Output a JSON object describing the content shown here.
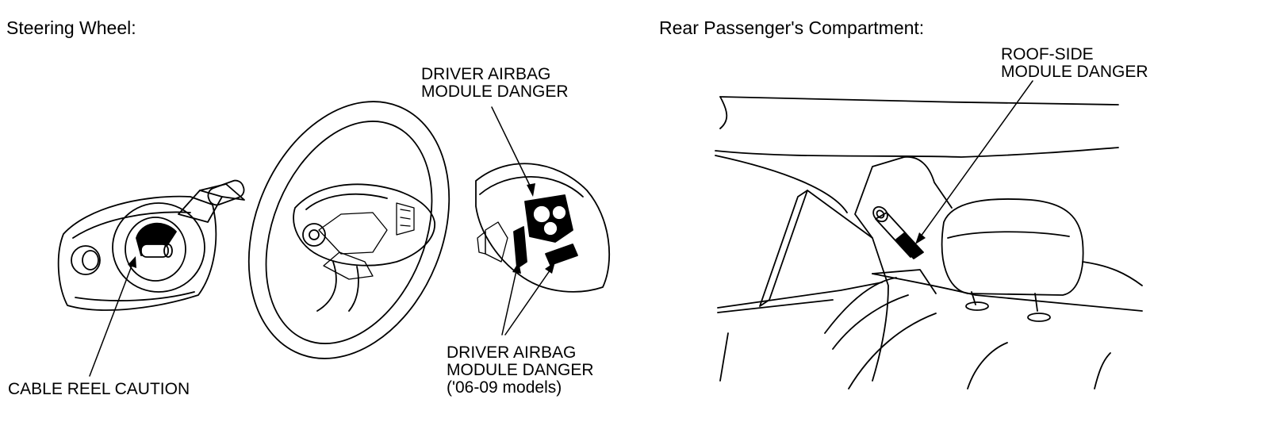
{
  "left": {
    "heading": "Steering Wheel:",
    "labels": {
      "driver_airbag_top": [
        "DRIVER AIRBAG",
        "MODULE DANGER"
      ],
      "cable_reel": "CABLE REEL CAUTION",
      "driver_airbag_bottom": [
        "DRIVER AIRBAG",
        "MODULE DANGER",
        "('06-09 models)"
      ]
    }
  },
  "right": {
    "heading": "Rear Passenger's Compartment:",
    "labels": {
      "roof_side": [
        "ROOF-SIDE",
        "MODULE DANGER"
      ]
    }
  }
}
